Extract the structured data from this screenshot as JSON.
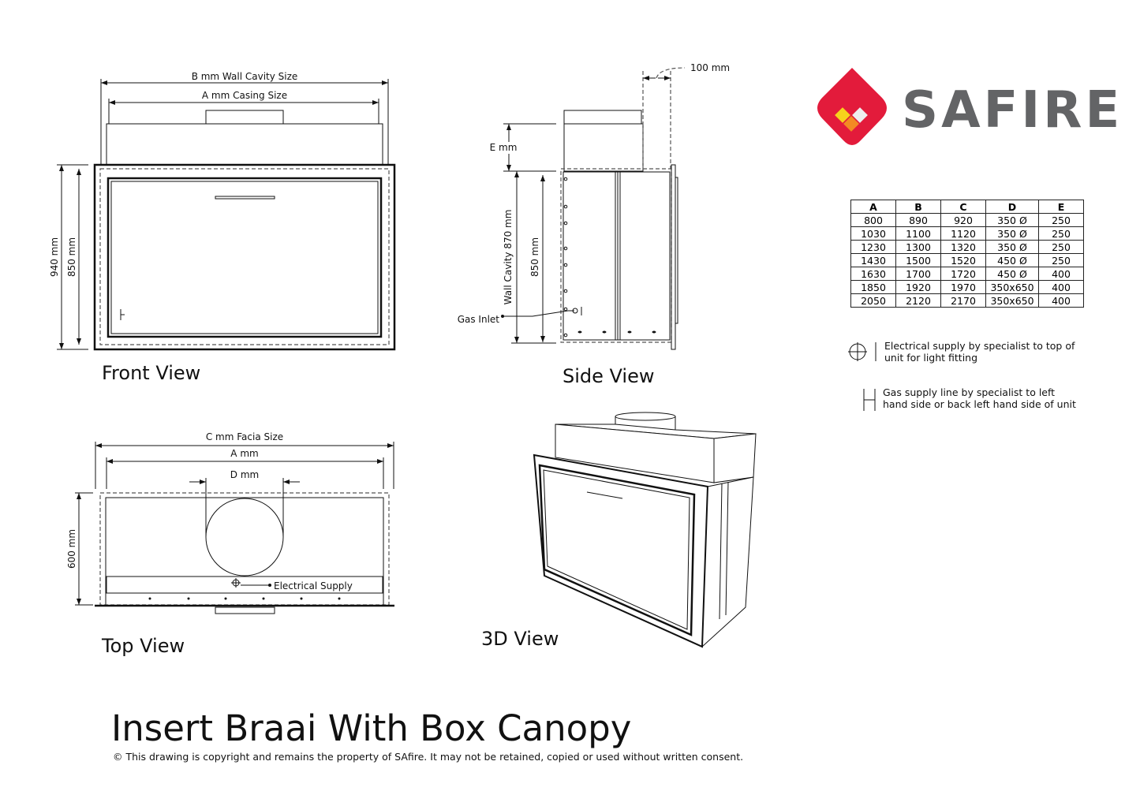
{
  "brand": {
    "name": "SAFIRE",
    "colors": {
      "red": "#e31b3b",
      "yellow": "#f6d21c",
      "orange": "#f38a23",
      "white": "#eeeeee",
      "text": "#636466"
    }
  },
  "front_view": {
    "label": "Front View",
    "b_dim": "B mm Wall Cavity Size",
    "a_dim": "A mm Casing Size",
    "h940": "940 mm",
    "h850": "850 mm"
  },
  "side_view": {
    "label": "Side View",
    "top_dim": "100 mm",
    "e_dim": "E mm",
    "wall_cavity": "Wall Cavity 870 mm",
    "h850": "850 mm",
    "gas_inlet": "Gas Inlet"
  },
  "top_view": {
    "label": "Top View",
    "c_dim": "C mm Facia Size",
    "a_dim": "A mm",
    "d_dim": "D mm",
    "depth": "600 mm",
    "electrical": "Electrical Supply"
  },
  "view_3d": {
    "label": "3D View"
  },
  "spec_table": {
    "headers": [
      "A",
      "B",
      "C",
      "D",
      "E"
    ],
    "rows": [
      [
        "800",
        "890",
        "920",
        "350 Ø",
        "250"
      ],
      [
        "1030",
        "1100",
        "1120",
        "350 Ø",
        "250"
      ],
      [
        "1230",
        "1300",
        "1320",
        "350 Ø",
        "250"
      ],
      [
        "1430",
        "1500",
        "1520",
        "450 Ø",
        "250"
      ],
      [
        "1630",
        "1700",
        "1720",
        "450 Ø",
        "400"
      ],
      [
        "1850",
        "1920",
        "1970",
        "350x650",
        "400"
      ],
      [
        "2050",
        "2120",
        "2170",
        "350x650",
        "400"
      ]
    ]
  },
  "legend": {
    "electrical": [
      "Electrical supply by specialist to top of",
      "unit for light fitting"
    ],
    "gas": [
      "Gas supply line by specialist to left",
      "hand side or back left hand side of unit"
    ]
  },
  "title": "Insert Braai With Box Canopy",
  "copyright": "© This drawing is copyright and remains the property of SAfire. It may not be retained, copied or used without written consent."
}
